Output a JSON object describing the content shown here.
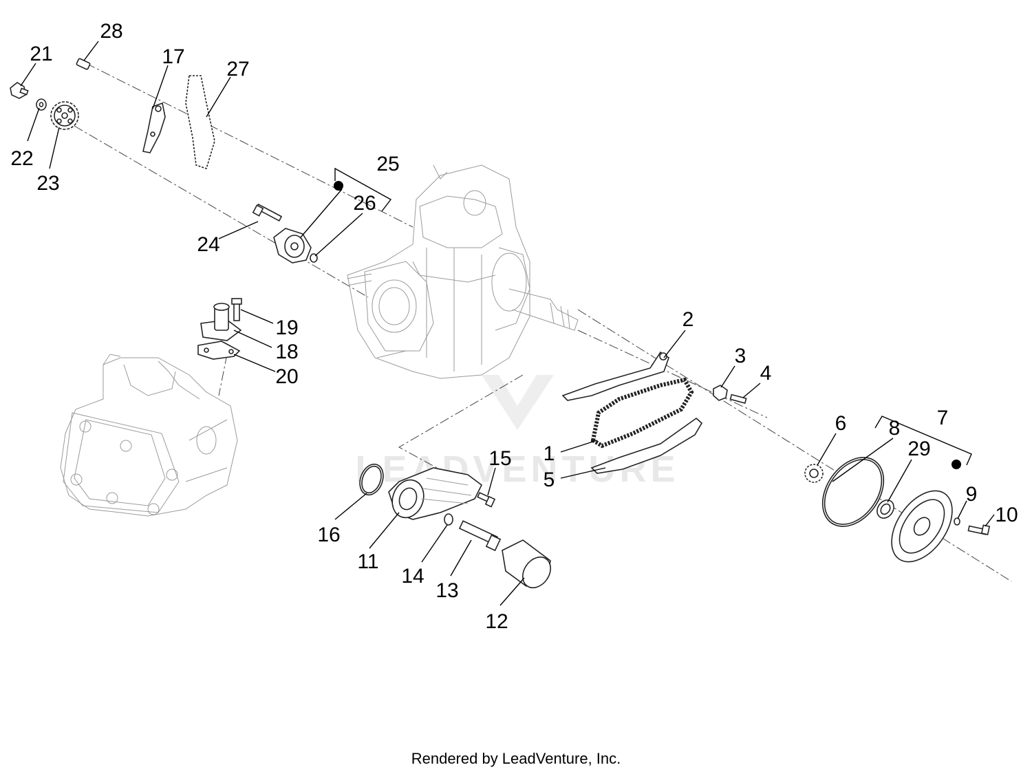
{
  "diagram": {
    "labels": [
      {
        "id": "1",
        "text": "1"
      },
      {
        "id": "2",
        "text": "2"
      },
      {
        "id": "3",
        "text": "3"
      },
      {
        "id": "4",
        "text": "4"
      },
      {
        "id": "5",
        "text": "5"
      },
      {
        "id": "6",
        "text": "6"
      },
      {
        "id": "7",
        "text": "7"
      },
      {
        "id": "8",
        "text": "8"
      },
      {
        "id": "9",
        "text": "9"
      },
      {
        "id": "10",
        "text": "10"
      },
      {
        "id": "11",
        "text": "11"
      },
      {
        "id": "12",
        "text": "12"
      },
      {
        "id": "13",
        "text": "13"
      },
      {
        "id": "14",
        "text": "14"
      },
      {
        "id": "15",
        "text": "15"
      },
      {
        "id": "16",
        "text": "16"
      },
      {
        "id": "17",
        "text": "17"
      },
      {
        "id": "18",
        "text": "18"
      },
      {
        "id": "19",
        "text": "19"
      },
      {
        "id": "20",
        "text": "20"
      },
      {
        "id": "21",
        "text": "21"
      },
      {
        "id": "22",
        "text": "22"
      },
      {
        "id": "23",
        "text": "23"
      },
      {
        "id": "24",
        "text": "24"
      },
      {
        "id": "25",
        "text": "25"
      },
      {
        "id": "26",
        "text": "26"
      },
      {
        "id": "27",
        "text": "27"
      },
      {
        "id": "28",
        "text": "28"
      },
      {
        "id": "29",
        "text": "29"
      }
    ],
    "watermark": "LEADVENTURE",
    "footer": "Rendered by LeadVenture, Inc.",
    "colors": {
      "ink": "#000000",
      "ghost": "#9a9a9a",
      "watermark": "#e8e8e8"
    }
  }
}
